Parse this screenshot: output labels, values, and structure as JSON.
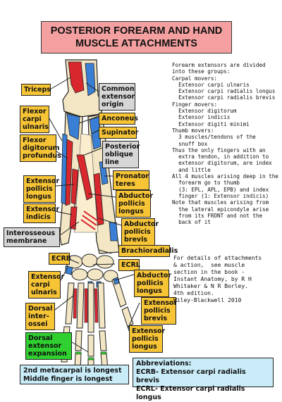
{
  "title": {
    "line1": "POSTERIOR FOREARM AND HAND",
    "line2": "MUSCLE ATTACHMENTS"
  },
  "labels": {
    "triceps": "Triceps",
    "common_extensor_origin": "Common extensor origin",
    "anconeus": "Anconeus",
    "supinator": "Supinator",
    "flexor_carpi_ulnaris": "Flexor carpi ulnaris",
    "flexor_digitorum_profundus": "Flexor digitorum profundus",
    "posterior_oblique_line": "Posterior oblique line",
    "pronator_teres": "Pronator teres",
    "extensor_pollicis_longus": "Extensor pollicis longus",
    "extensor_indicis": "Extensor indicis",
    "abductor_pollicis_longus": "Abductor pollicis longus",
    "abductor_pollicis_brevis": "Abductor pollicis brevis",
    "interosseous_membrane": "Interosseous membrane",
    "brachioradialis": "Brachioradialis",
    "ecrb": "ECRB",
    "ecrl": "ECRL",
    "extensor_carpi_ulnaris": "Extensor carpi ulnaris",
    "abductor_pollicis_longus_hand": "Abductor pollicis longus",
    "dorsal_interossei": "Dorsal inter-ossei",
    "extensor_pollicis_brevis": "Extensor pollicis brevis",
    "dorsal_extensor_expansion": "Dorsal extensor expansion",
    "extensor_pollicis_longus_hand": "Extensor pollicis longus"
  },
  "notes": [
    "Forearm extensors are divided",
    "into these groups:",
    "Carpal movers:",
    "  Extensor carpi ulnaris",
    "  Extensor carpi radialis longus",
    "  Extensor carpi radialis brevis",
    "Finger movers:",
    "  Extensor digitorum",
    "  Extensor indicis",
    "  Extensor digiti minimi",
    "Thumb movers:",
    "  3 muscles/tendons of the",
    "  snuff box",
    "Thus the only fingers with an",
    "  extra tendon, in addition to",
    "  extensor digitorum, are index",
    "  and little",
    "All 4 muscles arising deep in the",
    "  forearm go to thumb",
    "  (3: EPL, APL, EPB) and index",
    "  finger (1: Extensor indicis)",
    "Note that muscles arising from",
    "  the lateral epicondyle arise",
    "  from its FRONT and not the",
    "  back of it"
  ],
  "reference": [
    "For details of attachments",
    "& action,  see muscle",
    "section in the book -",
    "Instant Anatomy, by R H",
    "Whitaker & N R Borley.",
    "4th edition.",
    "Wiley-Blackwell 2010"
  ],
  "facts": {
    "line1": "2nd metacarpal is longest",
    "line2": "Middle finger is longest"
  },
  "abbreviations": {
    "heading": "Abbreviations:",
    "ecrb": "ECRB- Extensor carpi radialis brevis",
    "ecrl": "ECRL- Extensor carpi radialis longus"
  },
  "colors": {
    "label_yellow": "#f7c436",
    "label_grey": "#d6d6d6",
    "label_green": "#2fd02f",
    "title_pink": "#f5a0a0",
    "footer_blue": "#c9ecf8",
    "bone": "#f2e6c4",
    "muscle_red": "#d9282d",
    "muscle_blue": "#3a7fd6"
  }
}
